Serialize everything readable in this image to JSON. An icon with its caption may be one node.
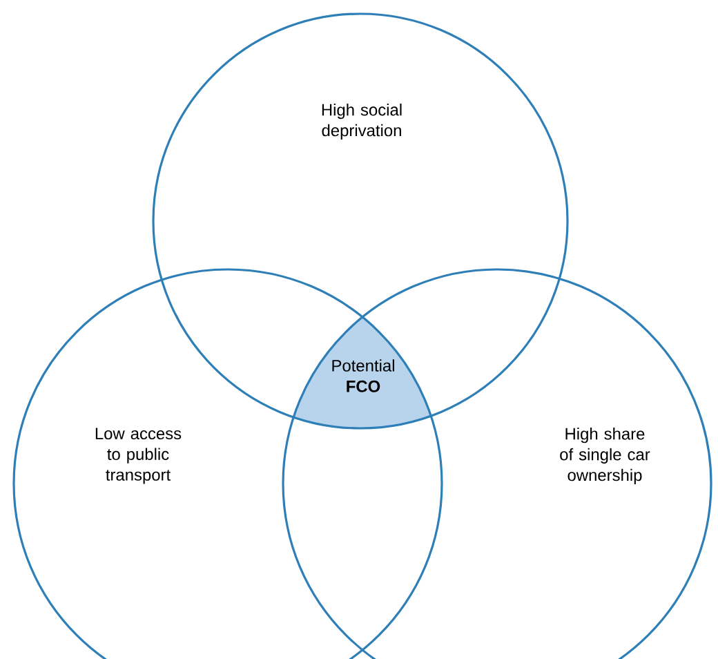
{
  "diagram": {
    "nodes": [
      {
        "text": [
          "High social deprivation"
        ]
      },
      {
        "text": [
          "Low access to public transport"
        ]
      },
      {
        "text": [
          "High share of single car ownership"
        ]
      },
      {
        "text": [
          "Potential **FCO**"
        ]
      }
    ]
  }
}
